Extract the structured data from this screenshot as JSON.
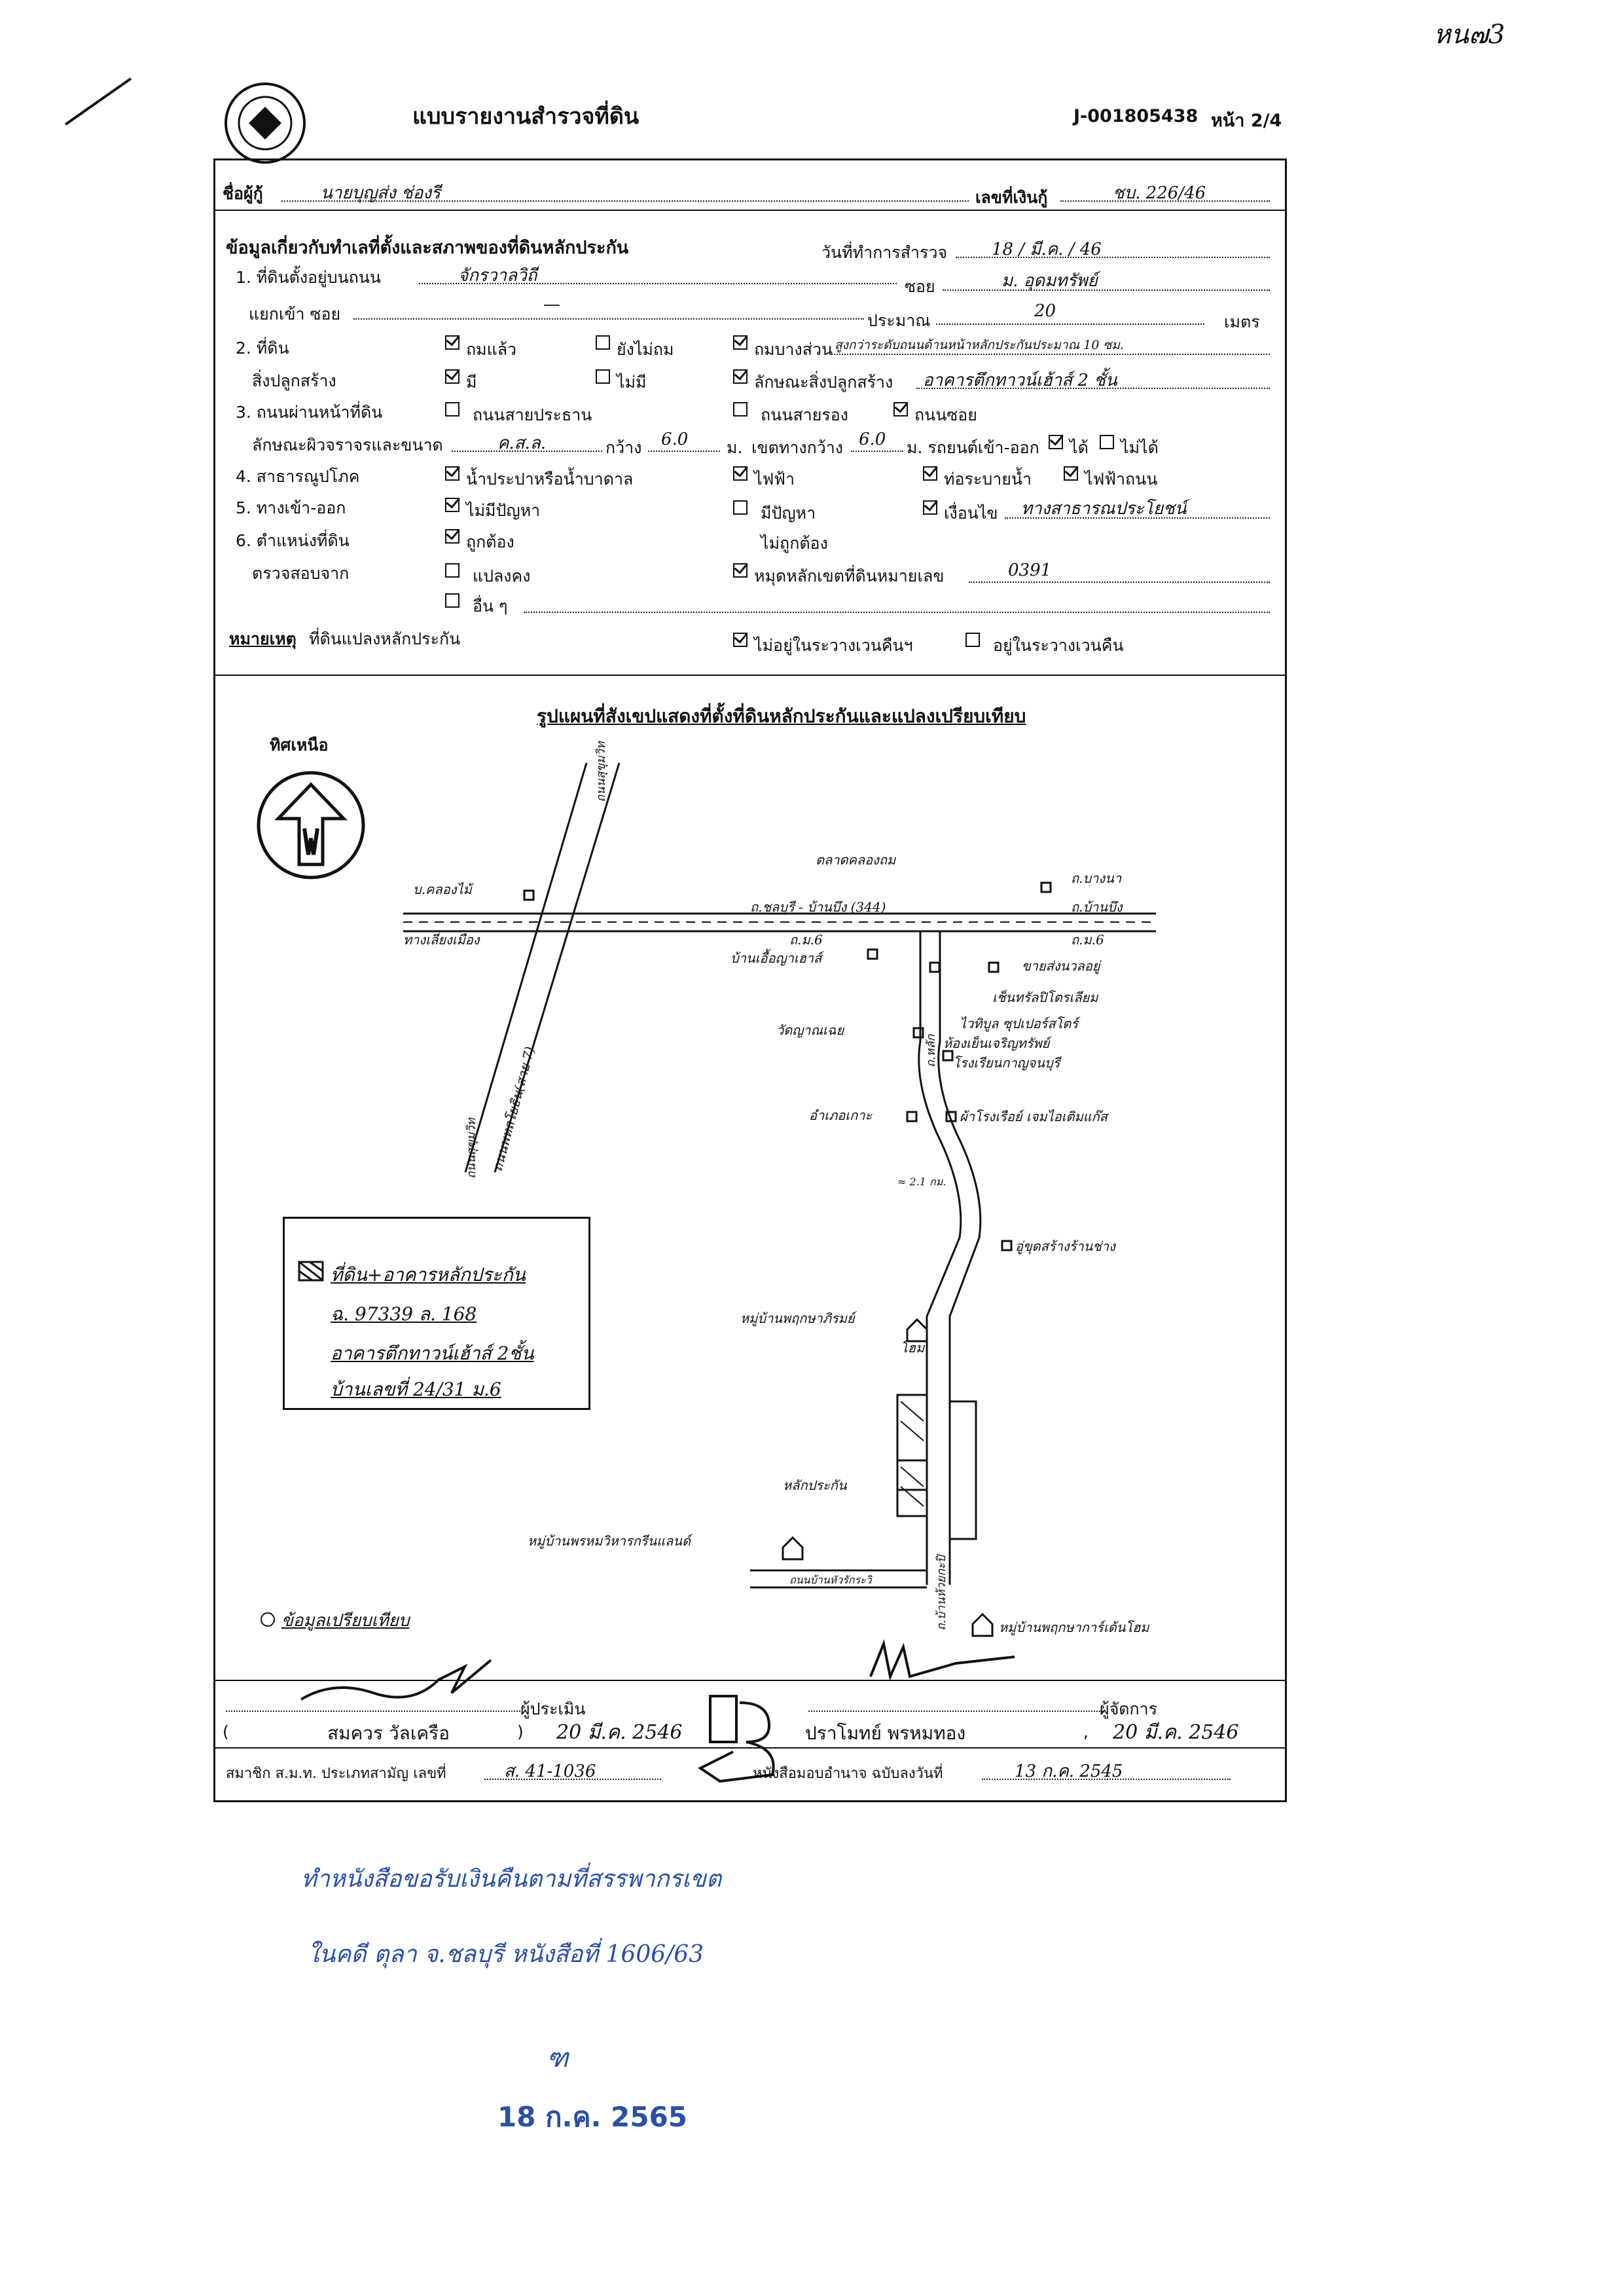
{
  "corner_note": "หน๗3",
  "header": {
    "title": "แบบรายงานสำรวจที่ดิน",
    "doc_no": "J-001805438",
    "page": "หน้า 2/4"
  },
  "borrower": {
    "label": "ชื่อผู้กู้",
    "value": "นายบุญส่ง   ช่องรี",
    "loan_label": "เลขที่เงินกู้",
    "loan_value": "ชบ. 226/46"
  },
  "section": {
    "title": "ข้อมูลเกี่ยวกับทำเลที่ตั้งและสภาพของที่ดินหลักประกัน",
    "survey_date_label": "วันที่ทำการสำรวจ",
    "survey_date": "18  /  มี.ค.  /  46"
  },
  "rows": {
    "r1_label": "1. ที่ดินตั้งอยู่บนถนน",
    "r1_value": "จักรวาลวิถี",
    "soi_label": "ซอย",
    "soi_value": "ม. อุดมทรัพย์",
    "junction_label": "แยกเข้า ซอย",
    "junction_value": "—",
    "approx_label": "ประมาณ",
    "approx_value": "20",
    "meter_label": "เมตร",
    "r2_label": "2. ที่ดิน",
    "paved": "ถมแล้ว",
    "not_paved": "ยังไม่ถม",
    "road_portion": "ถมบางส่วน",
    "road_portion_note": "สูงกว่าระดับถนนด้านหน้าหลักประกันประมาณ 10 ซม.",
    "buildings_label": "สิ่งปลูกสร้าง",
    "has": "มี",
    "has_not": "ไม่มี",
    "building_type_label": "ลักษณะสิ่งปลูกสร้าง",
    "building_type": "อาคารตึกทาวน์เฮ้าส์ 2 ชั้น",
    "r3_label": "3. ถนนผ่านหน้าที่ดิน",
    "main_road": "ถนนสายประธาน",
    "secondary_road": "ถนนสายรอง",
    "soi_road": "ถนนซอย",
    "surface_label": "ลักษณะผิวจราจรและขนาด",
    "surface": "ค.ส.ล.",
    "width_label": "กว้าง",
    "width": "6.0",
    "m": "ม.",
    "reserve_label": "เขตทางกว้าง",
    "reserve": "6.0",
    "car_access_label": "ม. รถยนต์เข้า-ออก",
    "can": "ได้",
    "cannot": "ไม่ได้",
    "r4_label": "4. สาธารณูปโภค",
    "water": "น้ำประปาหรือน้ำบาดาล",
    "electric": "ไฟฟ้า",
    "drain": "ท่อระบายน้ำ",
    "street_light": "ไฟฟ้าถนน",
    "r5_label": "5. ทางเข้า-ออก",
    "no_problem": "ไม่มีปัญหา",
    "problem": "มีปัญหา",
    "condition_label": "เงื่อนไข",
    "condition": "ทางสาธารณประโยชน์",
    "r6_label": "6. ตำแหน่งที่ดิน",
    "correct": "ถูกต้อง",
    "incorrect": "ไม่ถูกต้อง",
    "checked_from_label": "ตรวจสอบจาก",
    "plan": "แปลงคง",
    "marker": "หมุดหลักเขตที่ดินหมายเลข",
    "marker_no": "0391",
    "other": "อื่น ๆ",
    "remark_label": "หมายเหตุ",
    "remark": "ที่ดินแปลงหลักประกัน",
    "not_expro": "ไม่อยู่ในระวางเวนคืนฯ",
    "in_expro": "อยู่ในระวางเวนคืน"
  },
  "map": {
    "title": "รูปแผนที่สังเขปแสดงที่ตั้งที่ดินหลักประกันและแปลงเปรียบเทียบ",
    "north_label": "ทิศเหนือ",
    "north_icon": "north-arrow-icon",
    "labels": {
      "khlong": "บ.คลองไม้",
      "market": "ตลาดคลองถม",
      "to_bangna": "ถ.บางนา",
      "road_main": "ถ.ชลบุรี - บ้านบึง (344)",
      "to_banbueng": "ถ.บ้านบึง",
      "highway_left": "ทางเลี่ยงเมือง",
      "rd_left": "ถ.ม.6",
      "rd_right": "ถ.ม.6",
      "village1": "บ้านเอื้อญาเฮาส์",
      "temple": "ขายส่งนวลอยู่",
      "khlong_vert": "ถ.หลัก",
      "factory": "เช็นทรัลปิโตรเลียม",
      "shop2": "ไวทิบูล ซุปเปอร์สโตร์",
      "school": "วัดญาณเฉย",
      "shop3": "ห้องเย็นเจริญทรัพย์",
      "shop4": "โรงเรียนกาญจนบุรี",
      "police": "อำเภอเกาะ",
      "shop5": "ผ้าโรงเรือย์ เจมไอเติมแก๊ส",
      "road_vert": "ถนนพหลโยธิน(สาย 7)",
      "to_bangna2": "ถนนสุขุมวิท",
      "distance": "≈ 2.1 กม.",
      "shop6": "อู่ขุดสร้างร้านช่าง",
      "village2": "หมู่บ้านพฤกษาภิรมย์",
      "village2b": "โฮม",
      "collateral": "หลักประกัน",
      "village3": "หมู่บ้านพรหมวิหารกรีนแลนด์",
      "road_bottom": "ถนนบ้านหัวรักระวิ",
      "road_vert2": "ถ.บ้านห้วยกะปิ",
      "village4": "หมู่บ้านพฤกษาการ์เด้นโฮม"
    },
    "legend": {
      "l1": "ที่ดิน+อาคารหลักประกัน",
      "l2": "ฉ. 97339  ล. 168",
      "l3": "อาคารตึกทาวน์เฮ้าส์ 2ชั้น",
      "l4": "บ้านเลขที่ 24/31 ม.6"
    },
    "compare_note": "ข้อมูลเปรียบเทียบ"
  },
  "signatures": {
    "appraiser_label": "ผู้ประเมิน",
    "appraiser_name": "สมควร  วัลเครือ",
    "appraiser_date": "20 มี.ค. 2546",
    "manager_label": "ผู้จัดการ",
    "manager_name": "ปราโมทย์  พรหมทอง",
    "manager_date": "20 มี.ค. 2546",
    "member_label": "สมาชิก ส.ม.ท. ประเภทสามัญ เลขที่",
    "member_no": "ส. 41-1036",
    "auth_label": "หนังสือมอบอำนาจ ฉบับลงวันที่",
    "auth_date": "13 ก.ค. 2545"
  },
  "footnote": {
    "line1": "ทำหนังสือขอรับเงินคืนตามที่สรรพากรเขต",
    "line2": "ในคดี ตุลา จ.ชลบุรี หนังสือที่ 1606/63",
    "initial": "ฑ",
    "stamp_date": "18 ก.ค. 2565"
  },
  "colors": {
    "ink": "#111111",
    "blue": "#2a4fa8"
  }
}
